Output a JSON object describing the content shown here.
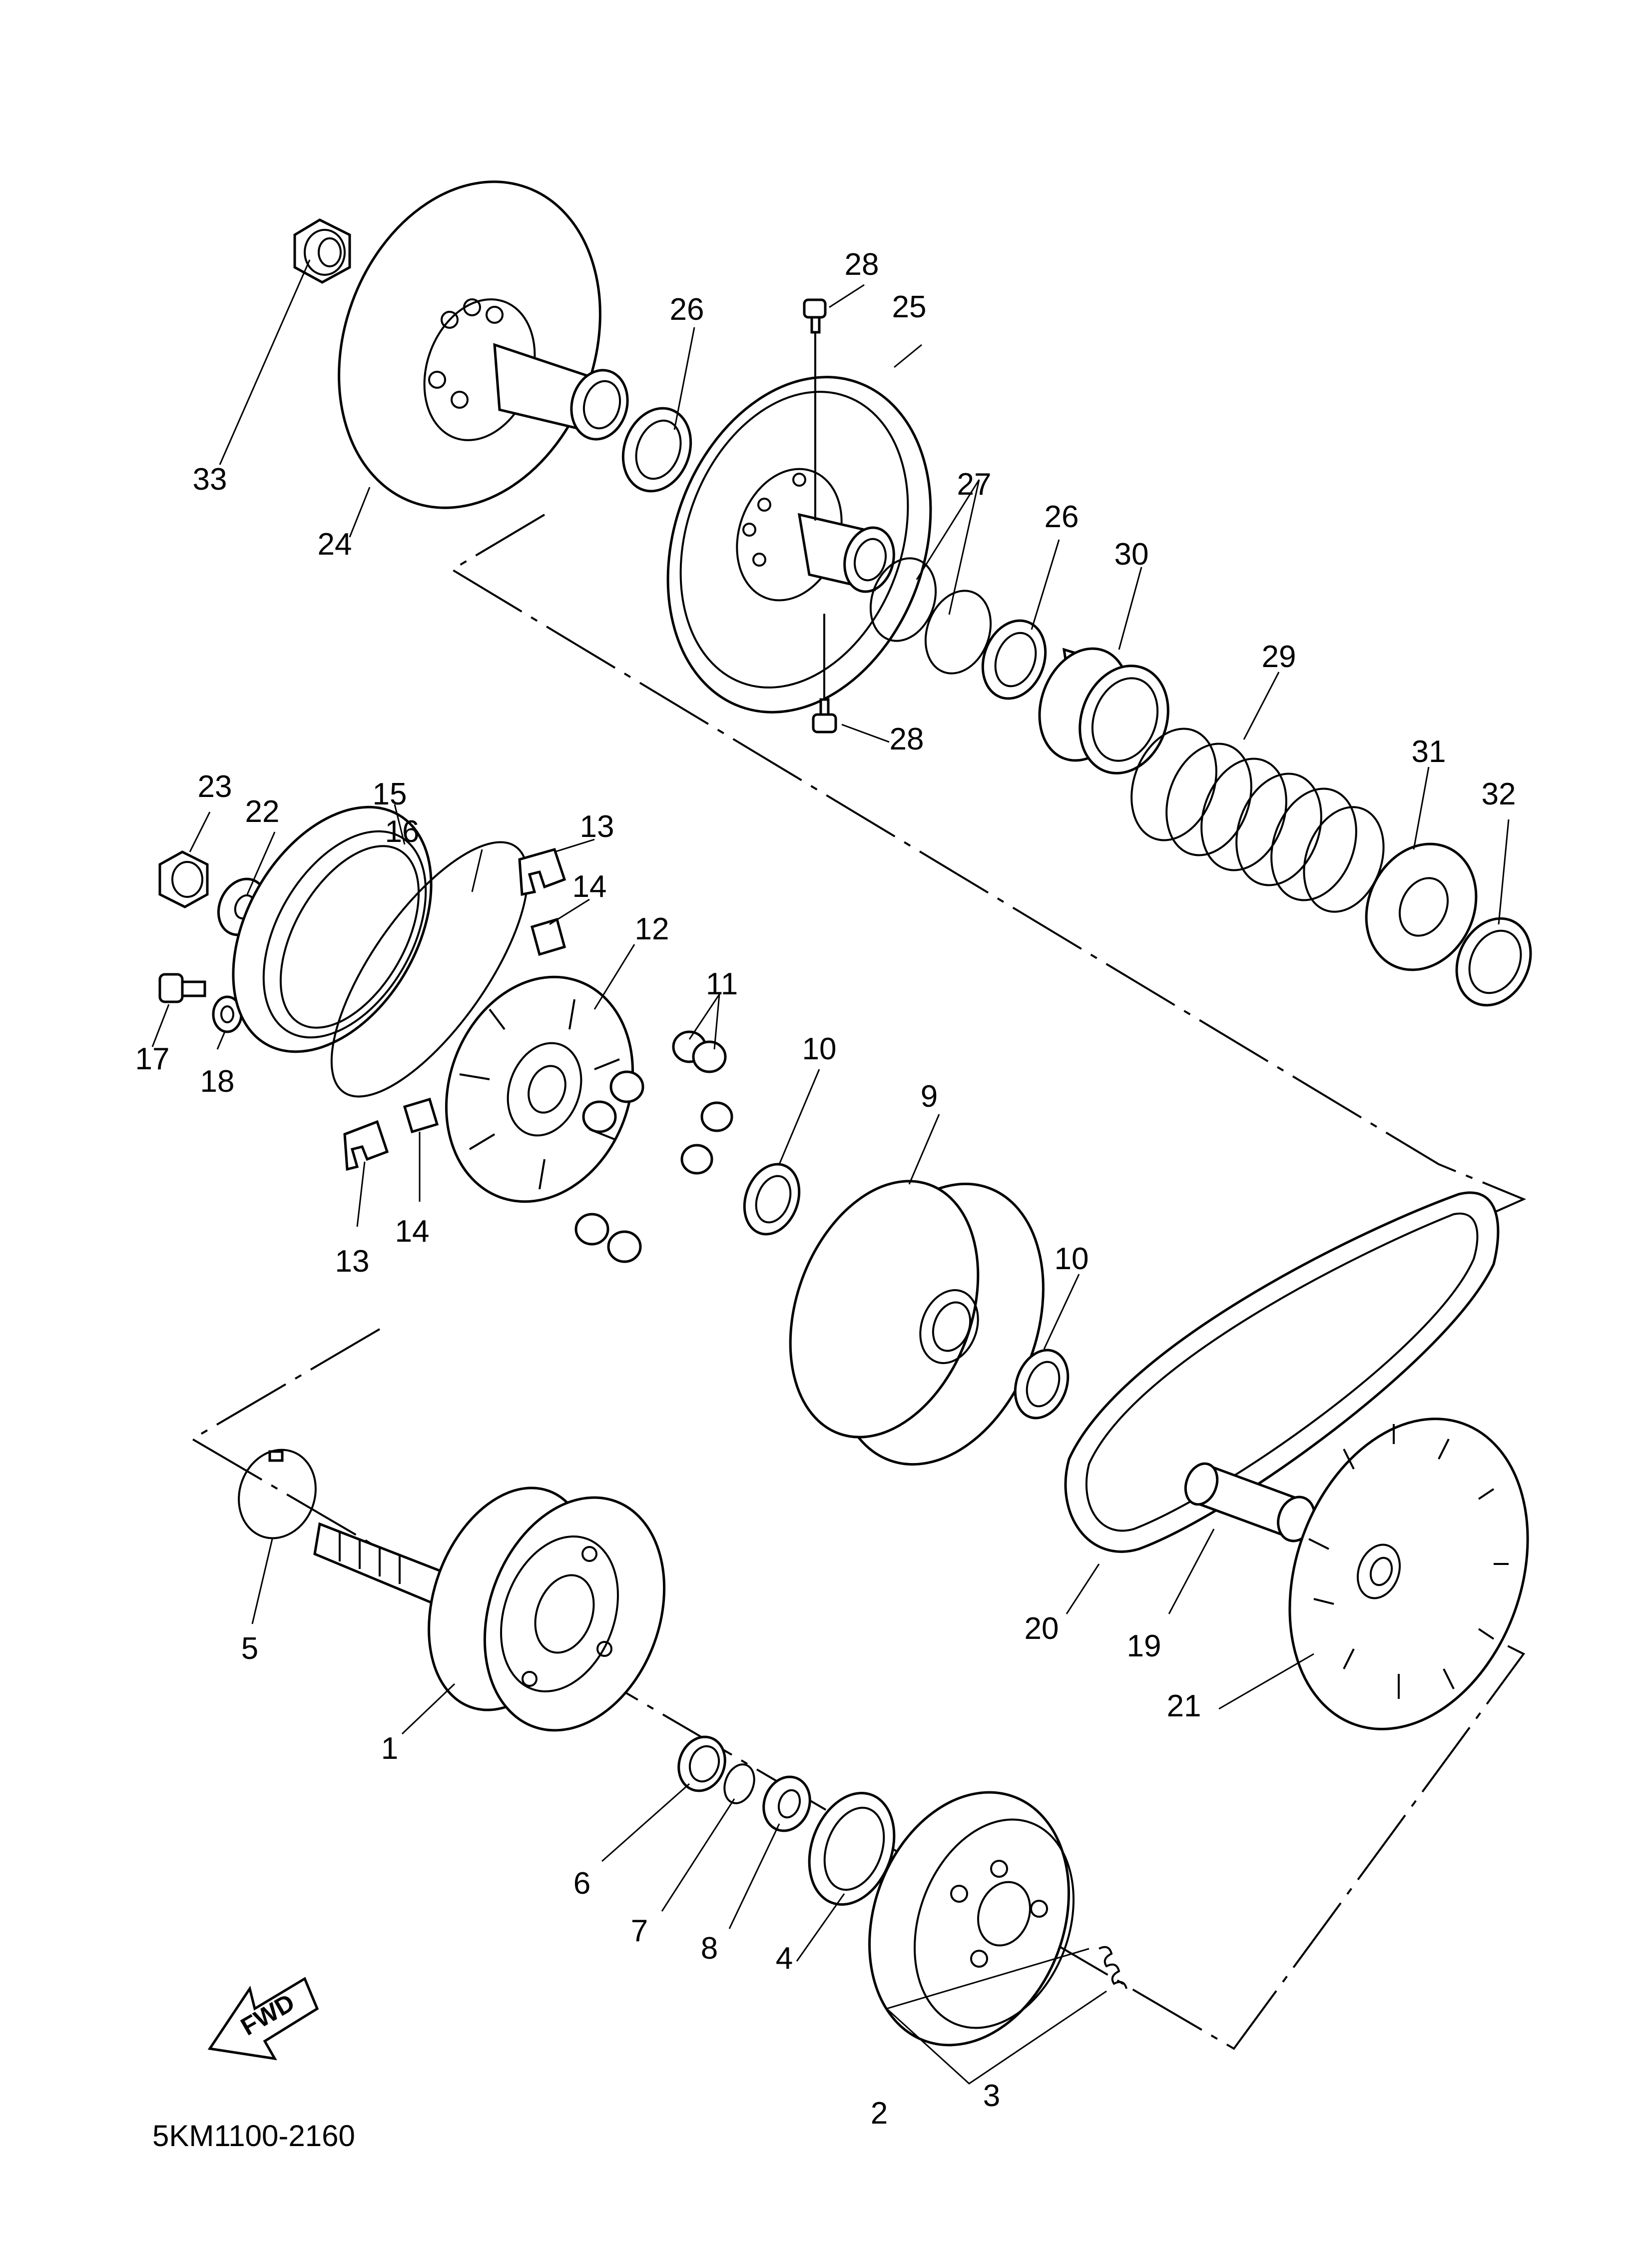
{
  "diagram_code": "5KM1100-2160",
  "fwd_label": "FWD",
  "callouts": [
    "1",
    "2",
    "3",
    "4",
    "5",
    "6",
    "7",
    "8",
    "9",
    "10",
    "10",
    "11",
    "12",
    "13",
    "13",
    "14",
    "14",
    "15",
    "16",
    "17",
    "18",
    "19",
    "20",
    "21",
    "22",
    "23",
    "24",
    "25",
    "26",
    "26",
    "27",
    "28",
    "28",
    "29",
    "30",
    "31",
    "32",
    "33"
  ]
}
